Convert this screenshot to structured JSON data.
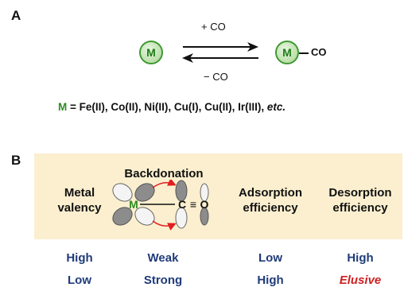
{
  "panel_a": {
    "letter": "A",
    "metal_symbol": "M",
    "forward_label": "+ CO",
    "reverse_label": "− CO",
    "product_ligand": "CO",
    "definition": {
      "symbol": "M",
      "equals": " = ",
      "list": "Fe(II), Co(II), Ni(II), Cu(I), Cu(II), Ir(III), ",
      "etc": "etc."
    }
  },
  "panel_b": {
    "letter": "B",
    "headers": {
      "metal_valency": [
        "Metal",
        "valency"
      ],
      "backdonation": "Backdonation",
      "adsorption": [
        "Adsorption",
        "efficiency"
      ],
      "desorption": [
        "Desorption",
        "efficiency"
      ]
    },
    "orbital_labels": {
      "metal": "M",
      "carbon": "C",
      "triple_bond": "≡",
      "oxygen": "O"
    },
    "rows": [
      {
        "valency": "High",
        "backdonation": "Weak",
        "adsorption": "Low",
        "desorption": "High"
      },
      {
        "valency": "Low",
        "backdonation": "Strong",
        "adsorption": "High",
        "desorption": "Elusive"
      }
    ],
    "colors": {
      "value_text": "#1f3b7a",
      "highlight": "#cc1f1f",
      "panel_bg": "#fbefcf",
      "metal_green": "#2e8b22"
    }
  }
}
